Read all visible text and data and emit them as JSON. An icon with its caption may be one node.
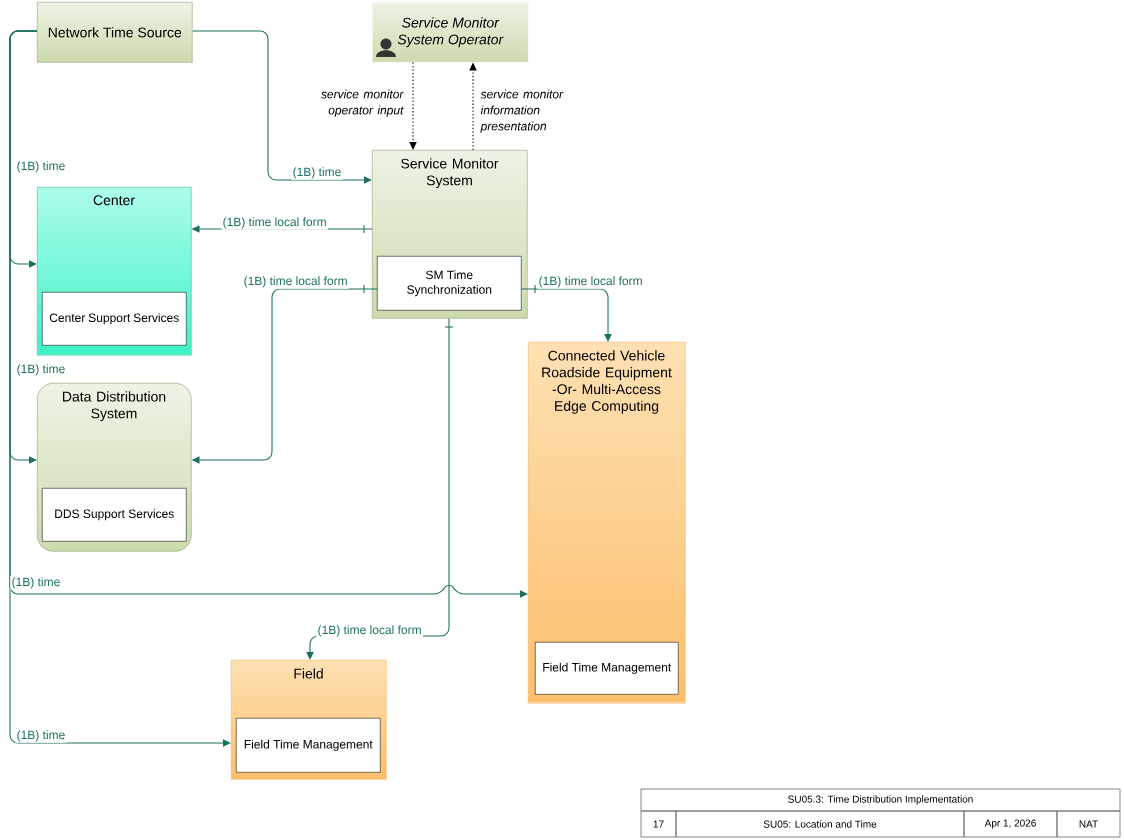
{
  "diagram": {
    "nodes": [
      {
        "text": [
          "Network Time Source"
        ]
      },
      {
        "text": [
          "Service Monitor System Operator"
        ]
      },
      {
        "text": [
          "Service Monitor System"
        ]
      },
      {
        "text": [
          "SM Time Synchronization"
        ],
        "in": 2
      },
      {
        "text": [
          "Center"
        ]
      },
      {
        "text": [
          "Center Support Services"
        ],
        "in": 4
      },
      {
        "text": [
          "Data Distribution System"
        ]
      },
      {
        "text": [
          "DDS Support Services"
        ],
        "in": 6
      },
      {
        "text": [
          "Connected Vehicle Roadside Equipment -Or- Multi-Access Edge Computing"
        ]
      },
      {
        "text": [
          "Field Time Management"
        ],
        "in": 8
      },
      {
        "text": [
          "Field"
        ]
      },
      {
        "text": [
          "Field Time Management"
        ],
        "in": 10
      }
    ],
    "edges": [
      {
        "from": 0,
        "to": 2,
        "arrow": "to",
        "label": "(1B) time"
      },
      {
        "from": 1,
        "to": 2,
        "arrow": "to",
        "label": "service monitor operator input",
        "style": "dashed",
        "color": "#000000"
      },
      {
        "from": 2,
        "to": 1,
        "arrow": "to",
        "label": "service monitor information presentation",
        "style": "dashed",
        "color": "#000000"
      },
      {
        "from": 2,
        "to": 4,
        "arrow": "to",
        "label": "(1B) time local form"
      },
      {
        "from": 3,
        "to": 6,
        "arrow": "to",
        "label": "(1B) time local form"
      },
      {
        "from": 3,
        "to": 8,
        "arrow": "to",
        "label": "(1B) time local form"
      },
      {
        "from": 2,
        "to": 10,
        "arrow": "to",
        "label": "(1B) time local form"
      },
      {
        "from": 0,
        "to": 4,
        "arrow": "to",
        "label": "(1B) time"
      },
      {
        "from": 0,
        "to": 6,
        "arrow": "to",
        "label": "(1B) time"
      },
      {
        "from": 0,
        "to": 8,
        "arrow": "to",
        "label": "(1B) time"
      },
      {
        "from": 0,
        "to": 10,
        "arrow": "to",
        "label": "(1B) time"
      }
    ],
    "labels": [
      "SU05.3: Time Distribution Implementation",
      "17",
      "SU05: Location and Time",
      "Apr 1, 2026",
      "NAT"
    ]
  }
}
